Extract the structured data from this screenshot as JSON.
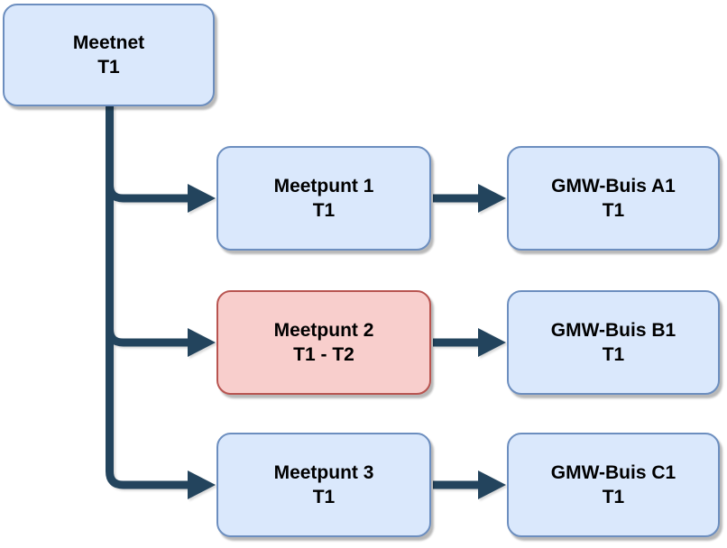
{
  "diagram": {
    "root": {
      "title": "Meetnet",
      "subtitle": "T1",
      "variant": "blue"
    },
    "meetpunten": [
      {
        "title": "Meetpunt 1",
        "subtitle": "T1",
        "variant": "blue"
      },
      {
        "title": "Meetpunt 2",
        "subtitle": "T1 - T2",
        "variant": "red"
      },
      {
        "title": "Meetpunt 3",
        "subtitle": "T1",
        "variant": "blue"
      }
    ],
    "buizen": [
      {
        "title": "GMW-Buis A1",
        "subtitle": "T1",
        "variant": "blue"
      },
      {
        "title": "GMW-Buis B1",
        "subtitle": "T1",
        "variant": "blue"
      },
      {
        "title": "GMW-Buis C1",
        "subtitle": "T1",
        "variant": "blue"
      }
    ],
    "colors": {
      "node_blue_fill": "#dae8fc",
      "node_blue_border": "#6c8ebf",
      "node_red_fill": "#f8cecc",
      "node_red_border": "#b85450",
      "arrow": "#23445d"
    }
  }
}
